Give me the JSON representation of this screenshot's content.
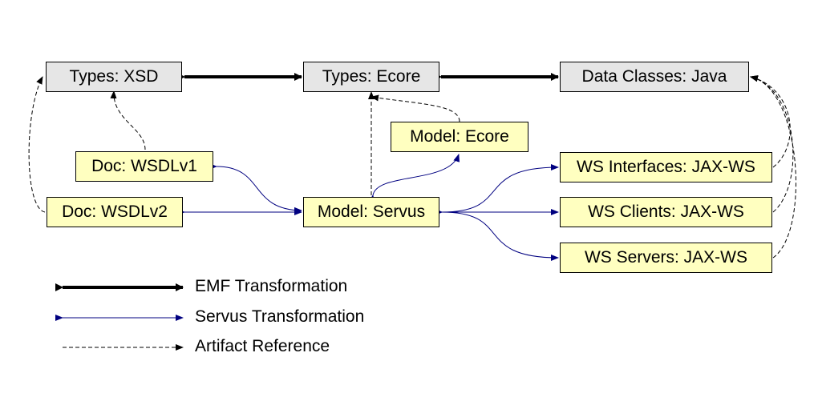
{
  "nodes": {
    "types_xsd": "Types: XSD",
    "types_ecore": "Types: Ecore",
    "data_classes_java": "Data Classes: Java",
    "model_ecore": "Model: Ecore",
    "doc_wsdlv1": "Doc: WSDLv1",
    "doc_wsdlv2": "Doc: WSDLv2",
    "model_servus": "Model: Servus",
    "ws_interfaces": "WS Interfaces: JAX-WS",
    "ws_clients": "WS Clients: JAX-WS",
    "ws_servers": "WS Servers: JAX-WS"
  },
  "legend": {
    "emf": "EMF Transformation",
    "servus": "Servus Transformation",
    "artifact": "Artifact Reference"
  },
  "colors": {
    "gray_box": "#e6e6e6",
    "yellow_box": "#ffffc0",
    "emf_arrow": "#000000",
    "servus_arrow": "#000080",
    "artifact_arrow": "#000000"
  }
}
